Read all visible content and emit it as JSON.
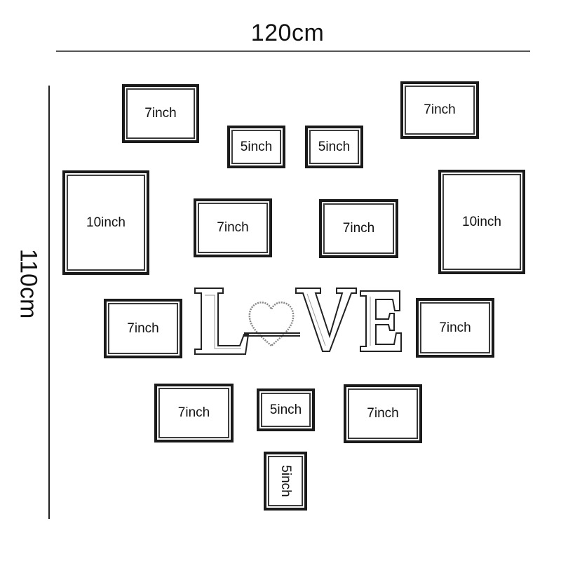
{
  "dimensions": {
    "width": "120cm",
    "height": "110cm"
  },
  "frames": [
    {
      "id": "f1",
      "label": "7inch"
    },
    {
      "id": "f2",
      "label": "7inch"
    },
    {
      "id": "f3",
      "label": "5inch"
    },
    {
      "id": "f4",
      "label": "5inch"
    },
    {
      "id": "f5",
      "label": "10inch"
    },
    {
      "id": "f6",
      "label": "7inch"
    },
    {
      "id": "f7",
      "label": "7inch"
    },
    {
      "id": "f8",
      "label": "10inch"
    },
    {
      "id": "f9",
      "label": "7inch"
    },
    {
      "id": "f10",
      "label": "7inch"
    },
    {
      "id": "f11",
      "label": "7inch"
    },
    {
      "id": "f12",
      "label": "5inch"
    },
    {
      "id": "f13",
      "label": "7inch"
    },
    {
      "id": "f14",
      "label": "5inch"
    }
  ],
  "decor": {
    "word": "LOVE"
  }
}
